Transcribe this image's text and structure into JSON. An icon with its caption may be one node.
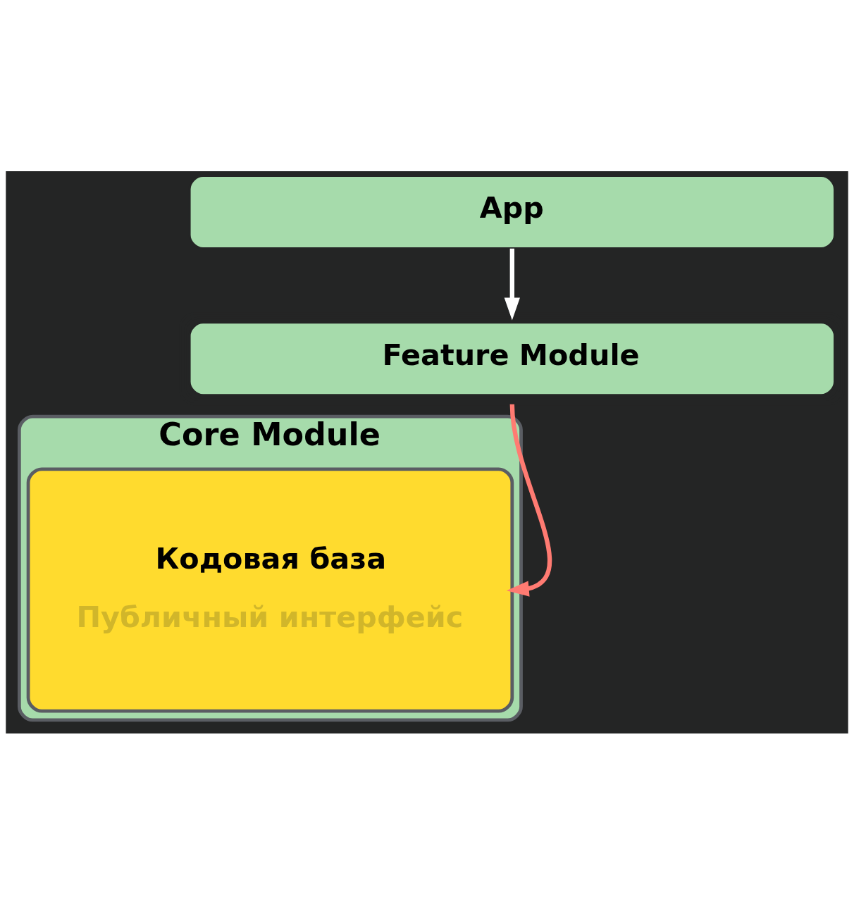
{
  "diagram": {
    "nodes": [
      {
        "text": [
          "App"
        ]
      },
      {
        "text": [
          "Feature Module"
        ]
      },
      {
        "text": [
          "Core Module"
        ]
      },
      {
        "text": [
          "Кодовая база",
          "Публичный интерфейс"
        ],
        "in": 2
      }
    ],
    "edges": [
      {
        "from": 0,
        "to": 1,
        "arrow": "to"
      },
      {
        "from": 1,
        "to": 3,
        "arrow": "to",
        "color": "#ff7b72"
      }
    ]
  }
}
